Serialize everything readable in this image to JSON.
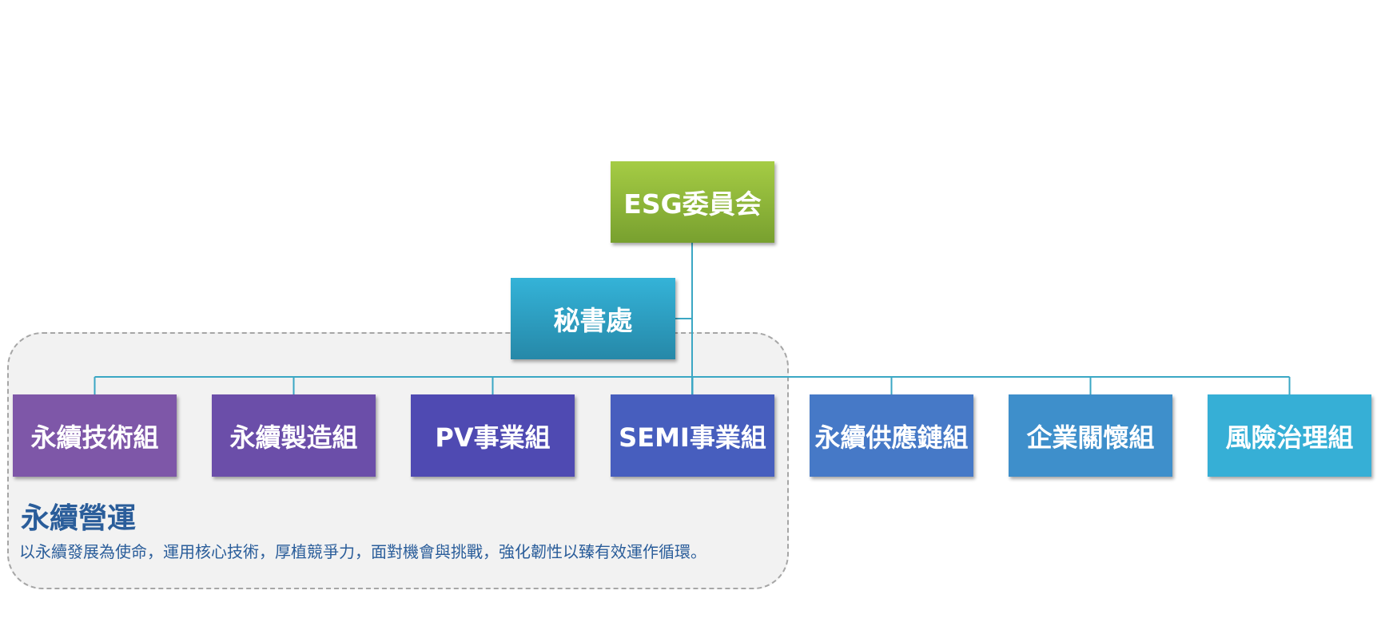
{
  "chart": {
    "root": {
      "label": "ESG委員会",
      "colors": [
        "#a5cc44",
        "#78a02f"
      ]
    },
    "secretariat": {
      "label": "秘書處",
      "colors": [
        "#34b3d8",
        "#2688a8"
      ]
    },
    "units": [
      {
        "label": "永續技術組",
        "color": "#7e57a8"
      },
      {
        "label": "永續製造組",
        "color": "#6b4ea9"
      },
      {
        "label": "PV事業組",
        "color": "#4f4ab2"
      },
      {
        "label": "SEMI事業組",
        "color": "#475ebe"
      },
      {
        "label": "永續供應鏈組",
        "color": "#4679c7"
      },
      {
        "label": "企業關懷組",
        "color": "#3e8fcb"
      },
      {
        "label": "風險治理組",
        "color": "#36afd6"
      }
    ],
    "connector_color": "#3ba7c4"
  },
  "group": {
    "title": "永續營運",
    "description": "以永續發展為使命，運用核心技術，厚植競爭力，面對機會與挑戰，強化韌性以臻有效運作循環。"
  }
}
